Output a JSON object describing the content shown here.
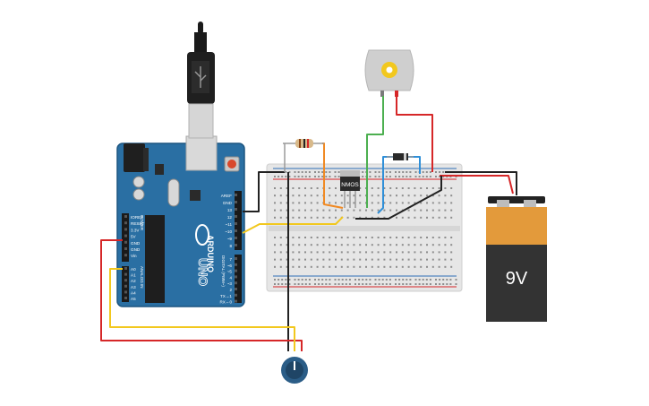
{
  "canvas": {
    "background": "#ffffff"
  },
  "arduino": {
    "brand": "ARDUINO",
    "model": "UNO",
    "color": "#2a6fa3",
    "top_header_labels": [
      "AREF",
      "GND",
      "13",
      "12",
      "~11",
      "~10",
      "~9",
      "8"
    ],
    "bottom_header_labels": [
      "7",
      "~6",
      "~5",
      "4",
      "~3",
      "2",
      "TX→1",
      "RX←0"
    ],
    "digital_label": "DIGITAL (PWM~)",
    "power_labels": [
      "IOREF",
      "RESET",
      "3.3V",
      "5V",
      "GND",
      "GND",
      "Vin"
    ],
    "power_title": "POWER",
    "analog_labels": [
      "A0",
      "A1",
      "A2",
      "A3",
      "A4",
      "A5"
    ],
    "analog_title": "ANALOG IN"
  },
  "transistor": {
    "label": "NMOS"
  },
  "battery": {
    "label": "9V",
    "body_color": "#333333",
    "top_color": "#e39a3b"
  },
  "wires": {
    "red": "#d62728",
    "black": "#222222",
    "yellow": "#f2c81e",
    "green": "#4caf50",
    "blue": "#2f8fd8",
    "orange": "#f08a24"
  },
  "components": {
    "usb_cable": "usb-cable",
    "dc_motor": "dc-motor",
    "resistor": "resistor",
    "diode": "diode",
    "potentiometer": "potentiometer",
    "breadboard": "breadboard"
  }
}
